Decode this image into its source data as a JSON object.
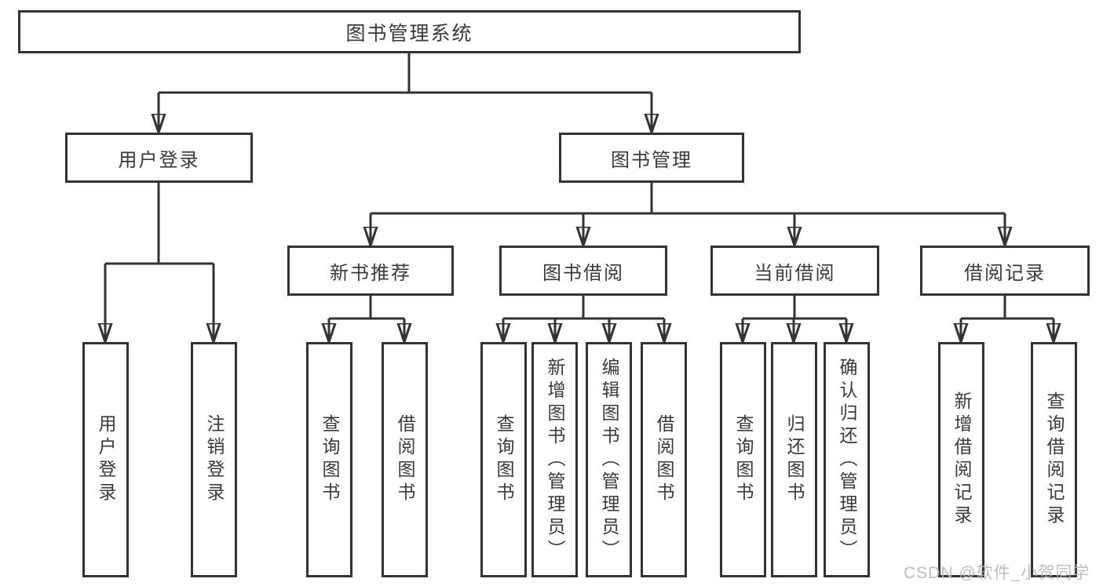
{
  "diagram_type": "hierarchy-chart",
  "colors": {
    "line": "#333333",
    "box_border": "#333333",
    "text": "#3a3a3a",
    "background": "#ffffff",
    "watermark": "#b9b9b9"
  },
  "tree": {
    "label": "图书管理系统",
    "children": [
      {
        "label": "用户登录",
        "children": [
          {
            "label": "用户登录"
          },
          {
            "label": "注销登录"
          }
        ]
      },
      {
        "label": "图书管理",
        "children": [
          {
            "label": "新书推荐",
            "children": [
              {
                "label": "查询图书"
              },
              {
                "label": "借阅图书"
              }
            ]
          },
          {
            "label": "图书借阅",
            "children": [
              {
                "label": "查询图书"
              },
              {
                "label": "新增图书（管理员）"
              },
              {
                "label": "编辑图书（管理员）"
              },
              {
                "label": "借阅图书"
              }
            ]
          },
          {
            "label": "当前借阅",
            "children": [
              {
                "label": "查询图书"
              },
              {
                "label": "归还图书"
              },
              {
                "label": "确认归还（管理员）"
              }
            ]
          },
          {
            "label": "借阅记录",
            "children": [
              {
                "label": "新增借阅记录"
              },
              {
                "label": "查询借阅记录"
              }
            ]
          }
        ]
      }
    ]
  },
  "watermark": {
    "text": "CSDN @软件_小贺同学"
  }
}
